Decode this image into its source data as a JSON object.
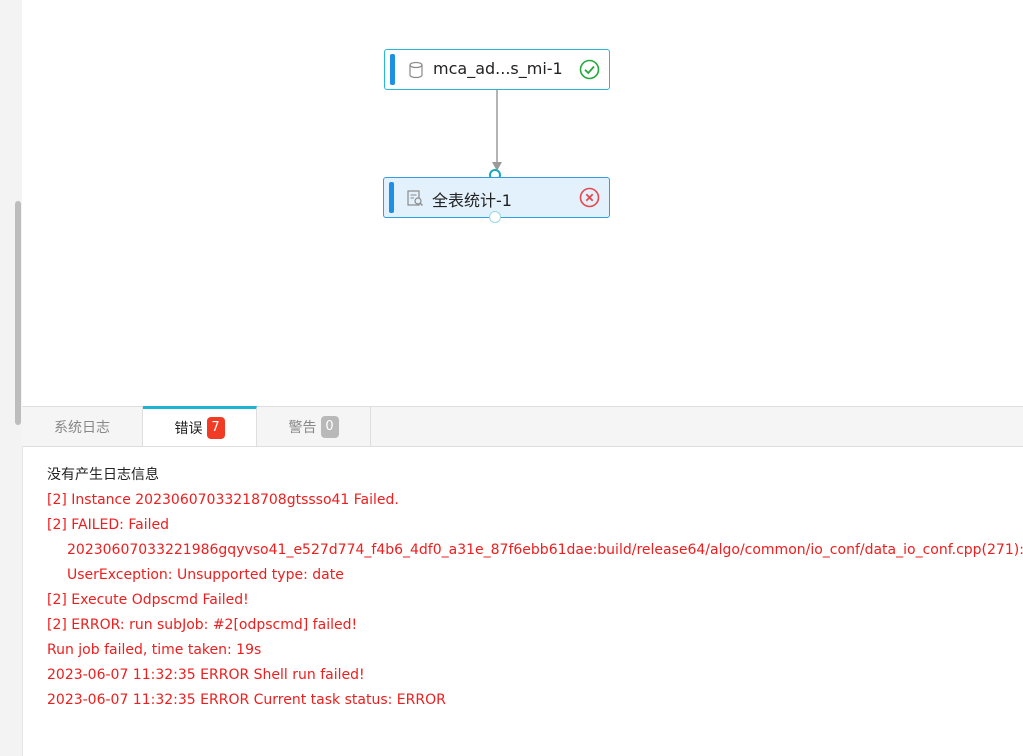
{
  "nodes": {
    "source": {
      "label": "mca_ad...s_mi-1",
      "status": "success"
    },
    "stats": {
      "label": "全表统计-1",
      "status": "error"
    }
  },
  "colors": {
    "accent": "#1db4d2",
    "node_bar": "#1e90e3",
    "success": "#25a93c",
    "error": "#e5484d",
    "log_error": "#ef1d1d",
    "badge_error": "#f23b25",
    "badge_neutral": "#b9b9b9"
  },
  "tabs": [
    {
      "label": "系统日志",
      "badge": null
    },
    {
      "label": "错误",
      "badge": "7"
    },
    {
      "label": "警告",
      "badge": "0"
    }
  ],
  "active_tab": "错误",
  "log": {
    "lines": [
      "没有产生日志信息",
      "[2] Instance 20230607033218708gtssso41 Failed.",
      "[2] FAILED: Failed",
      "20230607033221986gqyvso41_e527d774_f4b6_4df0_a31e_87f6ebb61dae:build/release64/algo/common/io_conf/data_io_conf.cpp(271):",
      "UserException: Unsupported type: date",
      "[2] Execute Odpscmd Failed!",
      "[2] ERROR: run subJob: #2[odpscmd] failed!",
      "Run job failed, time taken: 19s",
      "2023-06-07 11:32:35 ERROR Shell run failed!",
      "2023-06-07 11:32:35 ERROR Current task status: ERROR"
    ]
  }
}
